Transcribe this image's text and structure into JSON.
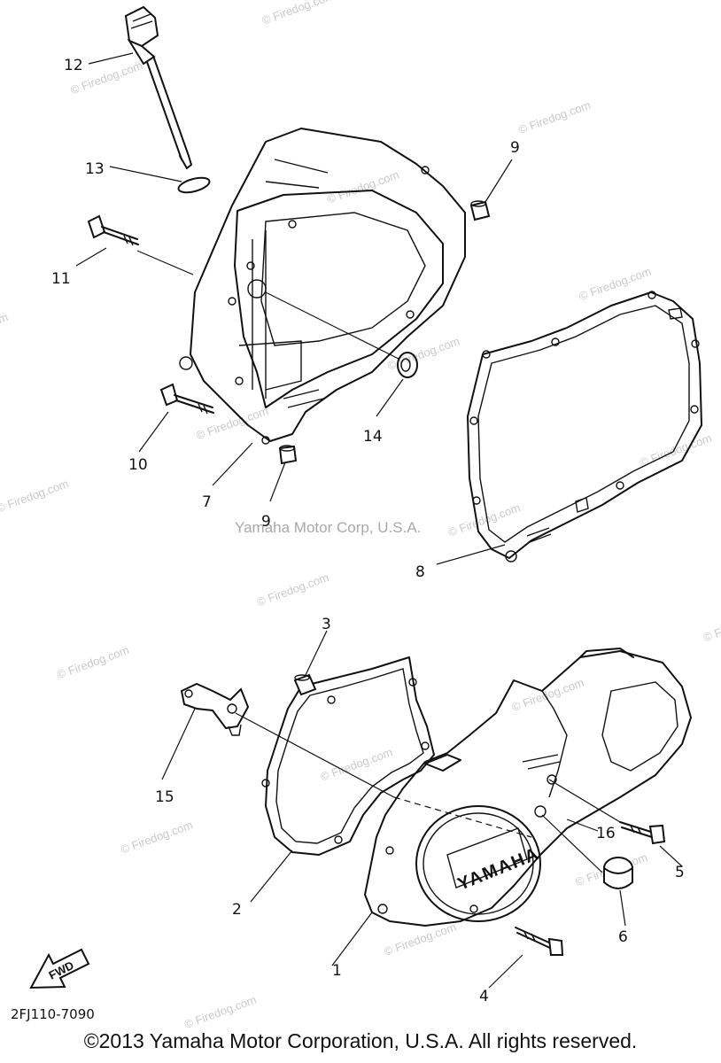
{
  "watermark_text": "© Firedog.com",
  "center_watermark": "Yamaha Motor Corp, U.S.A.",
  "diagram_code": "2FJ110-7090",
  "fwd_label": "FWD",
  "cover_brand": "YAMAHA",
  "copyright": "©2013 Yamaha Motor Corporation, U.S.A. All rights reserved.",
  "callouts": {
    "c1": "1",
    "c2": "2",
    "c3": "3",
    "c4": "4",
    "c5": "5",
    "c6": "6",
    "c7": "7",
    "c8": "8",
    "c9a": "9",
    "c9b": "9",
    "c10": "10",
    "c11": "11",
    "c12": "12",
    "c13": "13",
    "c14": "14",
    "c15": "15",
    "c16": "16"
  }
}
